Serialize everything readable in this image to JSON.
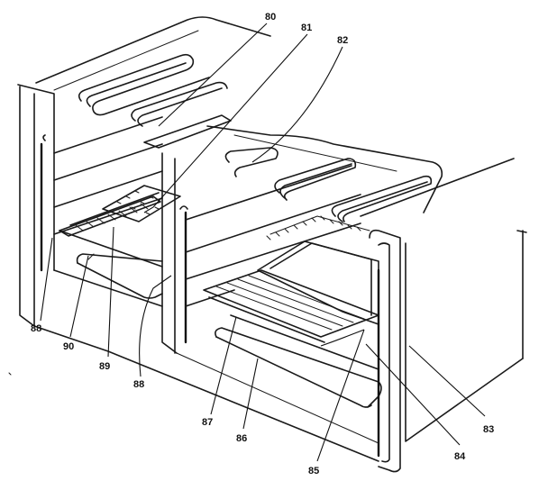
{
  "header_text": "",
  "callouts": {
    "c80": "80",
    "c81": "81",
    "c82": "82",
    "c83": "83",
    "c84": "84",
    "c85": "85",
    "c86": "86",
    "c87": "87",
    "c88a": "88",
    "c88b": "88",
    "c89": "89",
    "c90": "90"
  }
}
